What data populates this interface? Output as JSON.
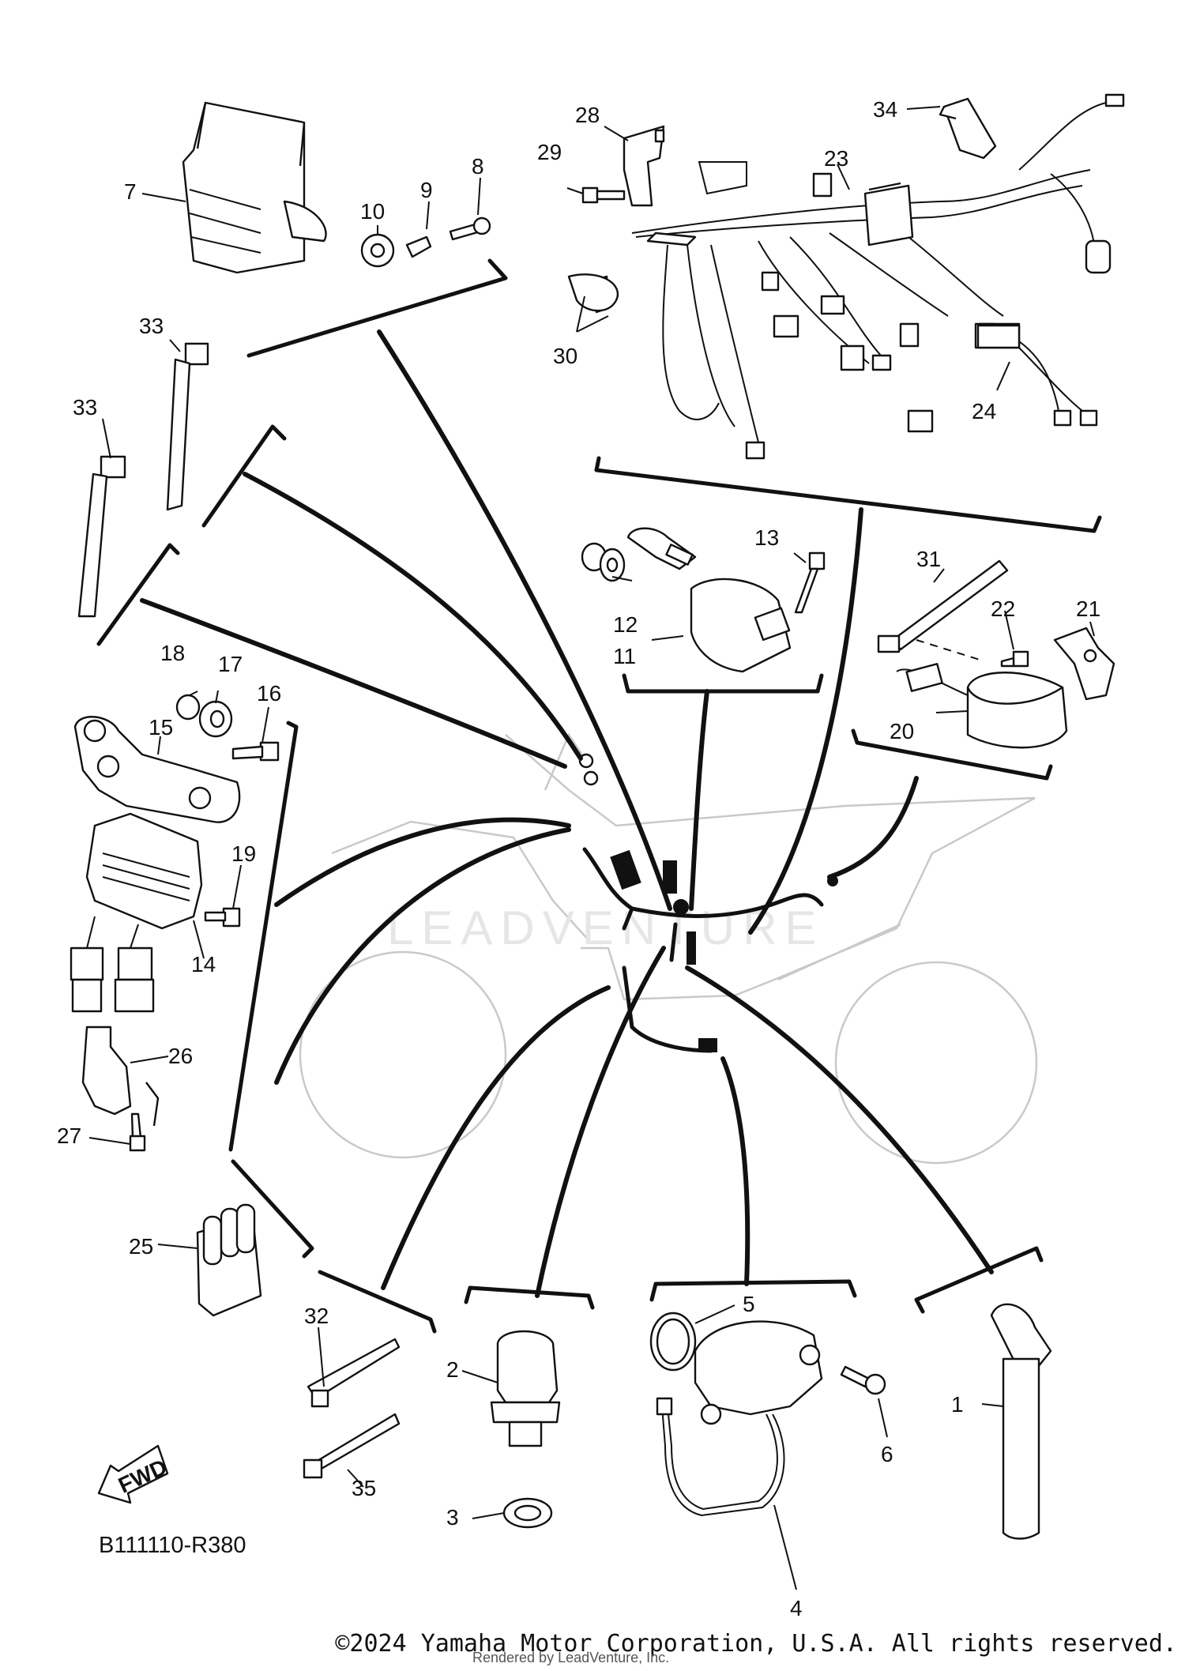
{
  "diagram": {
    "drawing_code": "B111110-R380",
    "fwd_label": "FWD",
    "watermark": "LEADVENTURE",
    "callouts": [
      "1",
      "2",
      "3",
      "4",
      "5",
      "6",
      "7",
      "8",
      "9",
      "10",
      "11",
      "12",
      "13",
      "14",
      "15",
      "16",
      "17",
      "18",
      "19",
      "20",
      "21",
      "22",
      "23",
      "24",
      "25",
      "26",
      "27",
      "28",
      "29",
      "30",
      "31",
      "32",
      "33",
      "33",
      "34",
      "35"
    ]
  },
  "footer": {
    "copyright": "©2024 Yamaha Motor Corporation, U.S.A. All rights reserved.",
    "rendered_by": "Rendered by LeadVenture, Inc."
  }
}
